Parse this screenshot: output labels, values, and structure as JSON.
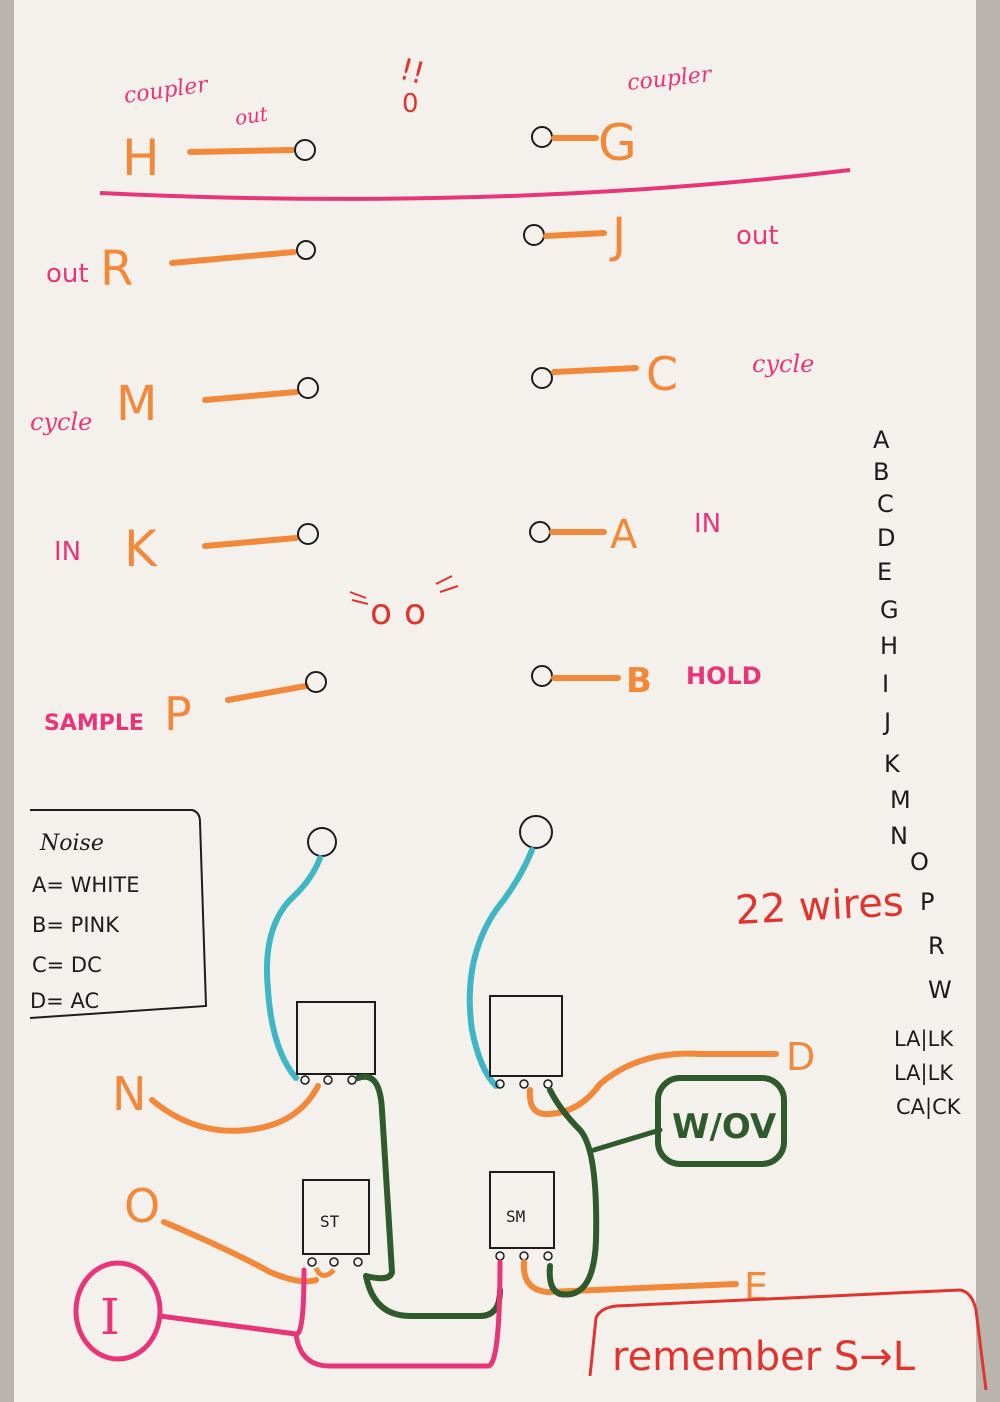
{
  "colors": {
    "paper": "#f4f1ec",
    "orange": "#f2893a",
    "pink": "#e8357a",
    "red": "#e0342e",
    "blue": "#3fb6c4",
    "green": "#2f5a2c",
    "ink": "#1c1c1c"
  },
  "top_labels": {
    "coupler_left": "coupler",
    "out_left": "out",
    "bang": "!!",
    "bang_dot": "0",
    "coupler_right": "coupler"
  },
  "left_jacks": [
    {
      "letter": "H",
      "note": ""
    },
    {
      "letter": "R",
      "note": "out"
    },
    {
      "letter": "M",
      "note": "cycle"
    },
    {
      "letter": "K",
      "note": "IN"
    },
    {
      "letter": "P",
      "note": "SAMPLE"
    }
  ],
  "right_jacks": [
    {
      "letter": "G",
      "note": ""
    },
    {
      "letter": "J",
      "note": "out"
    },
    {
      "letter": "C",
      "note": "cycle"
    },
    {
      "letter": "A",
      "note": "IN"
    },
    {
      "letter": "B",
      "note": "HOLD"
    }
  ],
  "face": "oo",
  "letter_column": [
    "A",
    "B",
    "C",
    "D",
    "E",
    "G",
    "H",
    "I",
    "J",
    "K",
    "M",
    "N",
    "O",
    "P",
    "R",
    "W",
    "LA|LK",
    "LA|LK",
    "CA|CK"
  ],
  "wire_count": "22 wires",
  "noise_box": {
    "title": "Noise",
    "lines": [
      "A= WHITE",
      "B= PINK",
      "C= DC",
      "D= AC"
    ]
  },
  "circuit": {
    "left_lower": [
      "N",
      "O"
    ],
    "input_label": "I",
    "st_label": "ST",
    "sm_label": "SM",
    "out_d": "D",
    "out_e": "E",
    "wov_label": "W/OV",
    "remember": "remember S→L"
  }
}
